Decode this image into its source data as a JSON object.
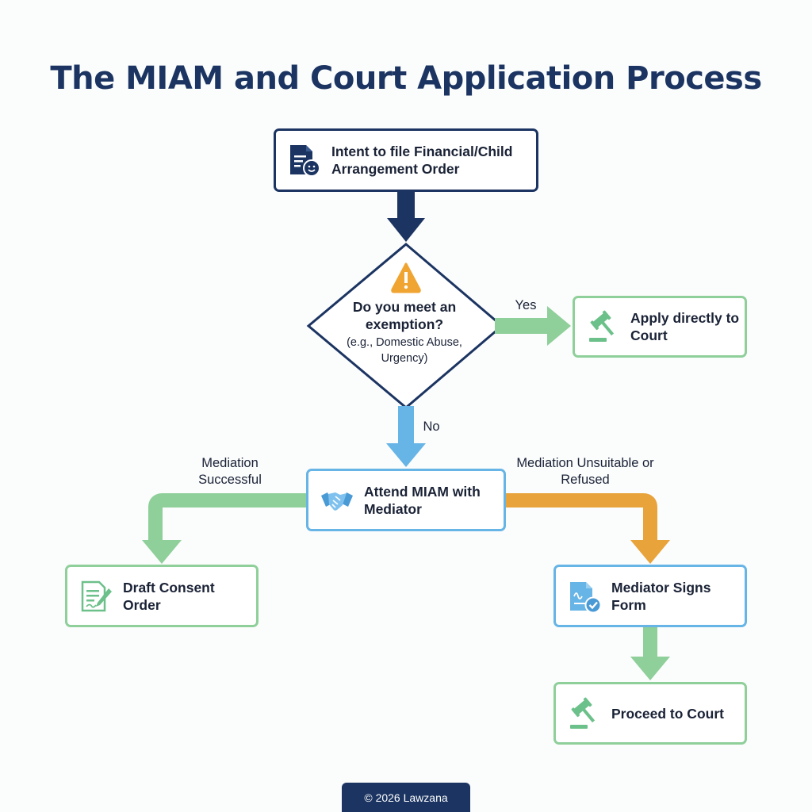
{
  "title": "The MIAM and Court Application Process",
  "nodes": {
    "intent": "Intent to file Financial/Child Arrangement Order",
    "decision_question": "Do you meet an exemption?",
    "decision_examples": "(e.g., Domestic Abuse, Urgency)",
    "apply_direct": "Apply directly to Court",
    "miam": "Attend MIAM with Mediator",
    "consent": "Draft Consent Order",
    "signs": "Mediator Signs Form",
    "proceed": "Proceed to Court"
  },
  "edges": {
    "yes": "Yes",
    "no": "No",
    "successful": "Mediation Successful",
    "unsuitable": "Mediation Unsuitable or Refused"
  },
  "footer": "© 2026 Lawzana",
  "colors": {
    "navy": "#1b3461",
    "green": "#8fcf9a",
    "blue": "#67b4e6",
    "orange": "#e8a33a",
    "warning": "#f0a431"
  },
  "icons": [
    "document-child-icon",
    "warning-icon",
    "gavel-icon",
    "handshake-icon",
    "contract-pen-icon",
    "signed-document-check-icon"
  ]
}
